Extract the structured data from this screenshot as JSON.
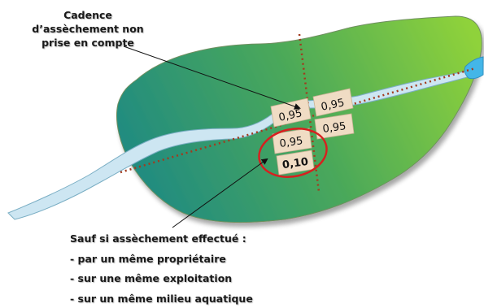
{
  "callout_top": {
    "line1": "Cadence",
    "line2": "d’assèchement non",
    "line3": "prise en compte"
  },
  "callout_bottom": {
    "heading": "Sauf si assèchement effectué :",
    "items": [
      "- par un même propriétaire",
      "- sur une même exploitation",
      "- sur un même milieu aquatique"
    ]
  },
  "cells": [
    {
      "label": "0,95"
    },
    {
      "label": "0,95"
    },
    {
      "label": "0,95"
    },
    {
      "label": "0,95"
    },
    {
      "label": "0,10"
    }
  ],
  "colors": {
    "land_dark": "#1f8a82",
    "land_light": "#8fd23a",
    "river": "#cde6f2",
    "river_bright": "#43b6e8",
    "cell_fill": "#f0dcc4",
    "dotted_line": "#a23a1e",
    "highlight_ellipse": "#d81f1f"
  }
}
